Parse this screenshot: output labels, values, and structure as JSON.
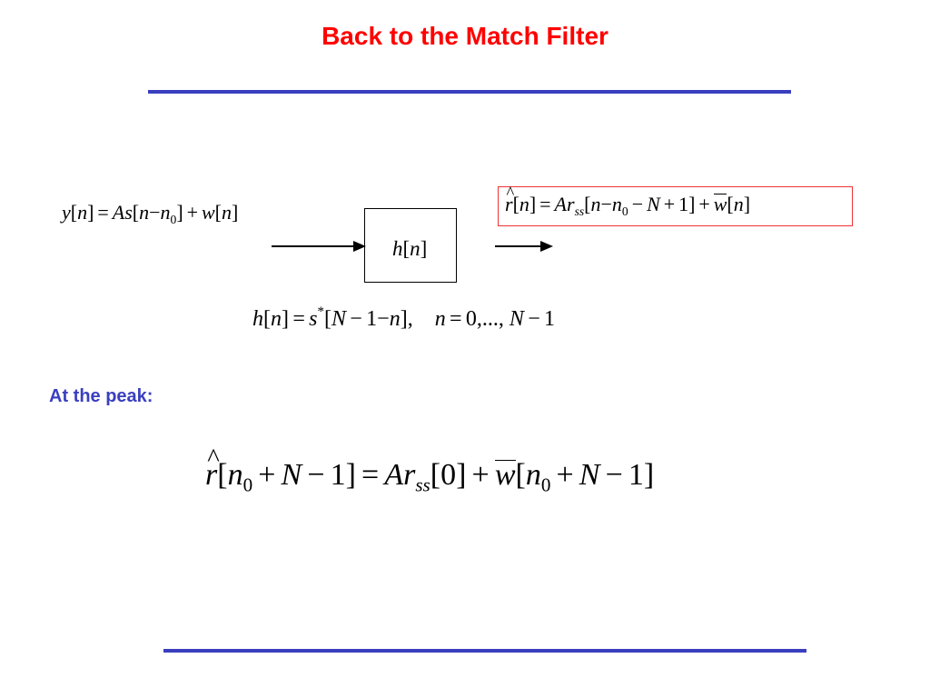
{
  "slide": {
    "title": "Back to the Match Filter",
    "title_color": "#ff0000",
    "rule_color": "#3a3fbf"
  },
  "input_equation": {
    "y": "y",
    "n": "n",
    "A": "A",
    "s": "s",
    "n0_base": "n",
    "n0_sub": "0",
    "w": "w",
    "lb": "[",
    "rb": "]",
    "eq": "=",
    "minus": "−",
    "plus": "+"
  },
  "output_equation": {
    "r": "r",
    "n": "n",
    "A": "A",
    "rss": "r",
    "ss": "ss",
    "n0_base": "n",
    "n0_sub": "0",
    "N": "N",
    "one": "1",
    "w": "w",
    "lb": "[",
    "rb": "]",
    "eq": "=",
    "minus": "−",
    "plus": "+",
    "box_color": "#e33333"
  },
  "filter_block": {
    "h": "h",
    "n": "n",
    "lb": "[",
    "rb": "]"
  },
  "impulse_equation": {
    "h": "h",
    "n": "n",
    "s": "s",
    "star": "*",
    "N": "N",
    "one": "1",
    "lb": "[",
    "rb": "]",
    "eq": "=",
    "minus": "−",
    "comma": ",",
    "range_n": "n",
    "range_values": "0,...,",
    "range_N": "N",
    "range_one": "1"
  },
  "section_label": {
    "text": "At the peak:",
    "color": "#3a3fbf"
  },
  "peak_equation": {
    "r": "r",
    "n0_base": "n",
    "n0_sub": "0",
    "N": "N",
    "one": "1",
    "A": "A",
    "rss": "r",
    "ss": "ss",
    "zero": "0",
    "w": "w",
    "lb": "[",
    "rb": "]",
    "eq": "=",
    "minus": "−",
    "plus": "+"
  }
}
